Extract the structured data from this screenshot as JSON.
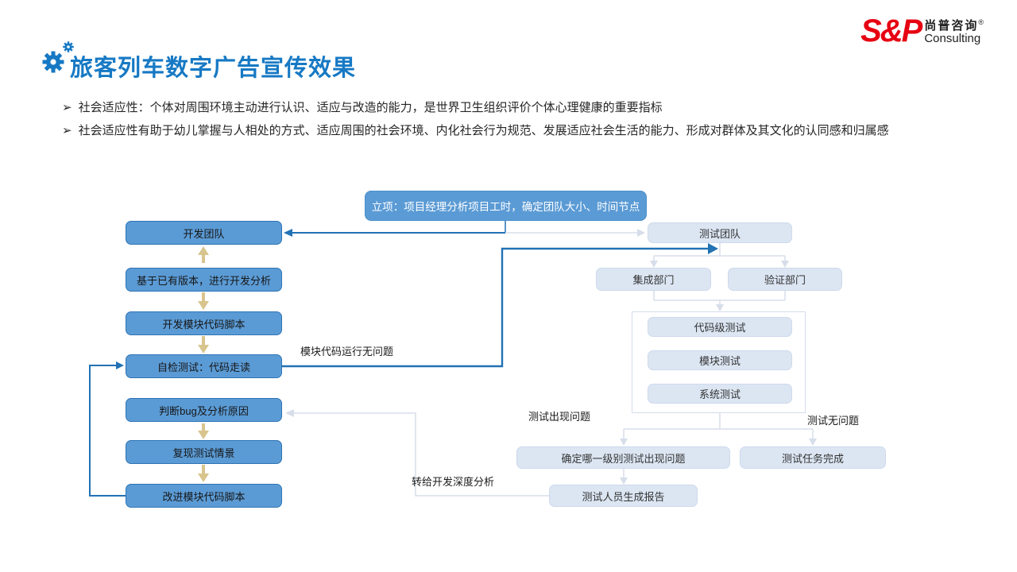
{
  "slide": {
    "title": "旅客列车数字广告宣传效果",
    "bullet_marker": "➢",
    "bullets": [
      "社会适应性：个体对周围环境主动进行认识、适应与改造的能力，是世界卫生组织评价个体心理健康的重要指标",
      "社会适应性有助于幼儿掌握与人相处的方式、适应周围的社会环境、内化社会行为规范、发展适应社会生活的能力、形成对群体及其文化的认同感和归属感"
    ]
  },
  "logo": {
    "sp": "S&P",
    "cn": "尚普咨询",
    "reg": "®",
    "en": "Consulting"
  },
  "flowchart": {
    "start": "立项：项目经理分析项目工时，确定团队大小、时间节点",
    "dev": [
      "开发团队",
      "基于已有版本，进行开发分析",
      "开发模块代码脚本",
      "自检测试：代码走读",
      "判断bug及分析原因",
      "复现测试情景",
      "改进模块代码脚本"
    ],
    "test_team": "测试团队",
    "integration": "集成部门",
    "verification": "验证部门",
    "levels": [
      "代码级测试",
      "模块测试",
      "系统测试"
    ],
    "issue": "确定哪一级别测试出现问题",
    "done": "测试任务完成",
    "report": "测试人员生成报告",
    "labels": {
      "module_ok": "模块代码运行无问题",
      "issue_path": "测试出现问题",
      "ok_path": "测试无问题",
      "to_dev": "转给开发深度分析"
    }
  },
  "colors": {
    "accent_blue": "#1779c4",
    "node_fill": "#5b9bd5",
    "node_border": "#2e74b5",
    "light_fill": "#dce6f3",
    "dark_line": "#2272b4",
    "light_line": "#d7deea",
    "tan_arrow": "#d8c48d",
    "logo_red": "#e60012"
  }
}
